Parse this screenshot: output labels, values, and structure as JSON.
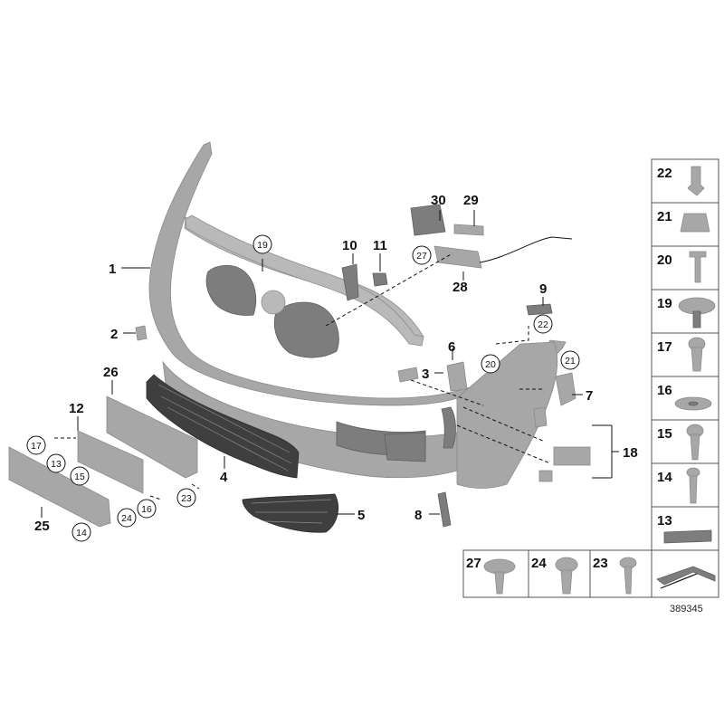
{
  "diagram": {
    "callouts": [
      "1",
      "2",
      "3",
      "4",
      "5",
      "6",
      "7",
      "8",
      "9",
      "10",
      "11",
      "12",
      "18",
      "25",
      "26",
      "28",
      "29",
      "30"
    ],
    "circled_callouts": [
      "13",
      "14",
      "15",
      "16",
      "17",
      "19",
      "20",
      "21",
      "22",
      "23",
      "24",
      "27"
    ],
    "side_legend": [
      "22",
      "21",
      "20",
      "19",
      "17",
      "16",
      "15",
      "14",
      "13"
    ],
    "bottom_legend": [
      "27",
      "24",
      "23"
    ],
    "diagram_id": "389345"
  }
}
